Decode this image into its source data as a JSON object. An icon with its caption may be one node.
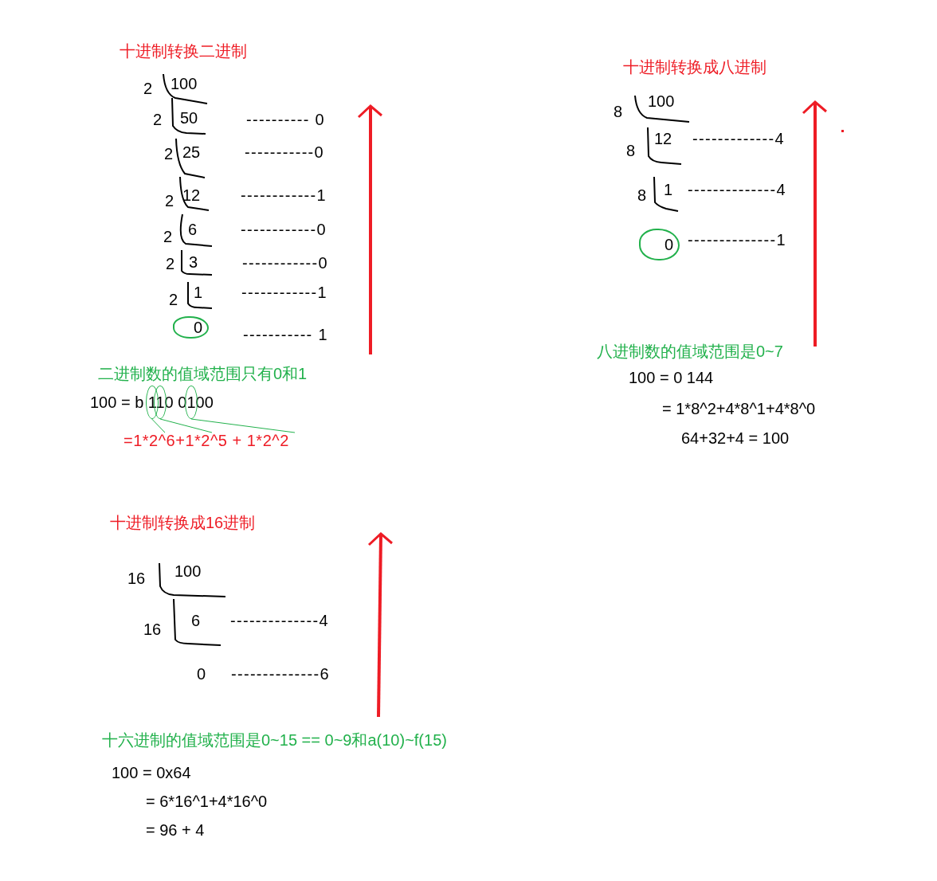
{
  "diagram": {
    "nodes": [
      {
        "text": [
          "0"
        ]
      },
      {
        "text": [
          "0"
        ]
      },
      {
        "text": [],
        "shape": "circle"
      },
      {
        "text": [],
        "shape": "circle"
      },
      {
        "text": [],
        "shape": "circle"
      },
      {
        "text": [
          "=1*2^6+1*2^5 + 1*2^2"
        ]
      }
    ],
    "edges": [
      {
        "from": 2,
        "to": 5,
        "arrow": "none"
      },
      {
        "from": 3,
        "to": 5,
        "arrow": "none"
      },
      {
        "from": 4,
        "to": 5,
        "arrow": "none"
      }
    ],
    "labels": [
      "十进制转换二进制",
      "2",
      "100",
      "2",
      "50",
      "---------- 0",
      "2",
      "25",
      "-----------0",
      "2",
      "12",
      "------------1",
      "2",
      "6",
      "------------0",
      "2",
      "3",
      "------------0",
      "2",
      "1",
      "------------1",
      "----------- 1",
      "二进制数的值域范围只有0和1",
      "100 = b 110 0100",
      "十进制转换成八进制",
      "8",
      "100",
      "8",
      "12",
      "-------------4",
      "8",
      "1",
      "--------------4",
      "--------------1",
      "八进制数的值域范围是0~7",
      "100 = 0 144",
      "= 1*8^2+4*8^1+4*8^0",
      "64+32+4 = 100",
      "十进制转换成16进制",
      "16",
      "100",
      "16",
      "6",
      "--------------4",
      "0",
      "--------------6",
      "十六进制的值域范围是0~15 == 0~9和a(10)~f(15)",
      "100 = 0x64",
      "= 6*16^1+4*16^0",
      "= 96 + 4"
    ]
  }
}
